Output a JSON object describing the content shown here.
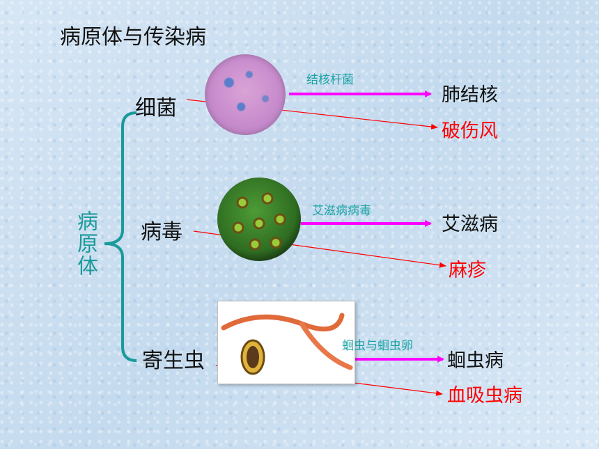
{
  "title": "病原体与传染病",
  "side_label": "病原体",
  "categories": [
    {
      "label": "细菌",
      "pathogen": "结核杆菌",
      "disease": "肺结核",
      "other_disease": "破伤风"
    },
    {
      "label": "病毒",
      "pathogen": "艾滋病病毒",
      "disease": "艾滋病",
      "other_disease": "麻疹"
    },
    {
      "label": "寄生虫",
      "pathogen": "蛔虫与蛔虫卵",
      "disease": "蛔虫病",
      "other_disease": "血吸虫病"
    }
  ],
  "colors": {
    "arrow_magenta": "#ff00ff",
    "arrow_red": "#ff0000",
    "brace_teal": "#1a9a9a",
    "pathogen_text": "#1aa3a3",
    "other_disease_text": "#ff0000"
  },
  "images": {
    "bacteria": "bacteria-micrograph-icon",
    "virus": "virus-particle-icon",
    "parasite": "roundworm-and-egg-icon"
  }
}
